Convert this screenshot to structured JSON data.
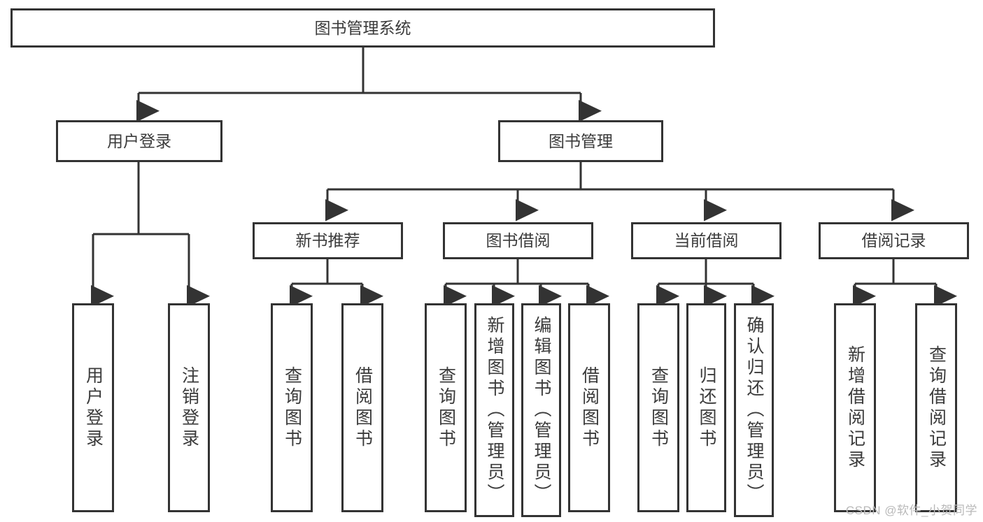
{
  "diagram": {
    "title": "图书管理系统",
    "type": "tree",
    "root": {
      "label": "图书管理系统"
    },
    "level2": [
      {
        "label": "用户登录"
      },
      {
        "label": "图书管理"
      }
    ],
    "level3": [
      {
        "label": "新书推荐"
      },
      {
        "label": "图书借阅"
      },
      {
        "label": "当前借阅"
      },
      {
        "label": "借阅记录"
      }
    ],
    "leaves": {
      "user_login": [
        {
          "label": "用户登录"
        },
        {
          "label": "注销登录"
        }
      ],
      "new_book_recommend": [
        {
          "label": "查询图书"
        },
        {
          "label": "借阅图书"
        }
      ],
      "book_borrow": [
        {
          "label": "查询图书"
        },
        {
          "label": "新增图书（管理员）"
        },
        {
          "label": "编辑图书（管理员）"
        },
        {
          "label": "借阅图书"
        }
      ],
      "current_borrow": [
        {
          "label": "查询图书"
        },
        {
          "label": "归还图书"
        },
        {
          "label": "确认归还（管理员）"
        }
      ],
      "borrow_record": [
        {
          "label": "新增借阅记录"
        },
        {
          "label": "查询借阅记录"
        }
      ]
    }
  },
  "watermark": {
    "text": "CSDN @软件_小贺同学"
  },
  "colors": {
    "border": "#333333",
    "text": "#3b3b3b",
    "background": "#ffffff",
    "watermark": "#b9b9b9"
  }
}
